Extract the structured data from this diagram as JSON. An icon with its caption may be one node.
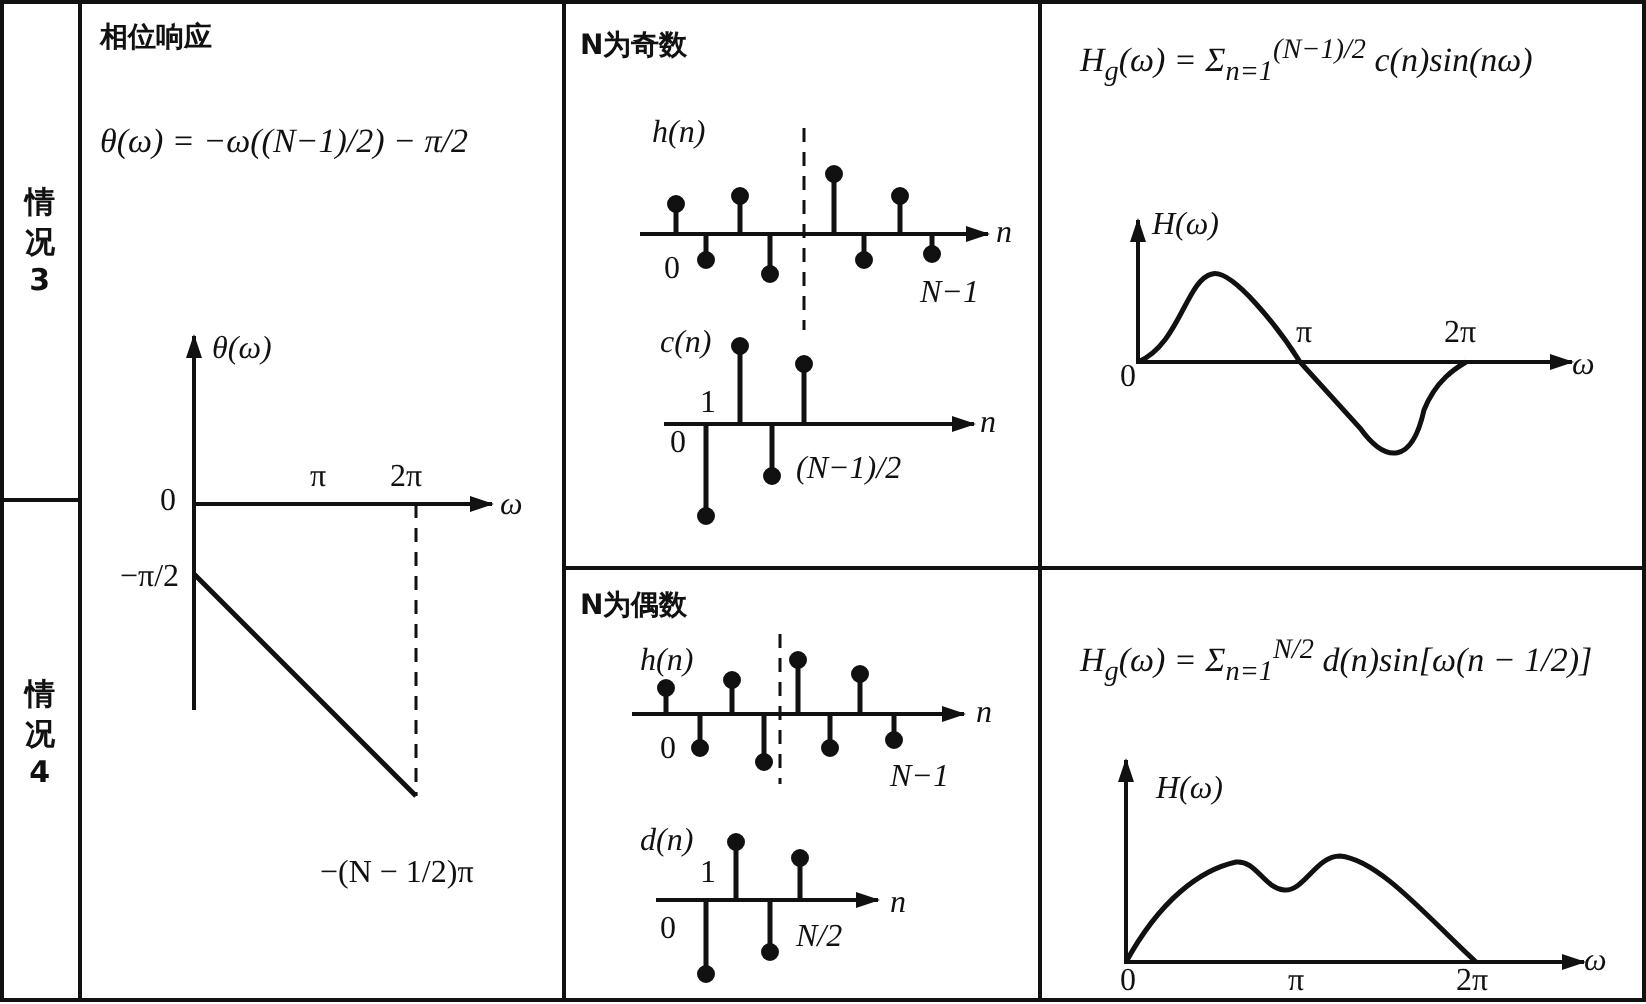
{
  "diagram": {
    "labels": [
      "情况3",
      "情况4",
      "相位响应",
      "θ(ω) = −ω((N−1)/2) − π/2",
      "θ(ω)",
      "0",
      "π",
      "2π",
      "ω",
      "−π/2",
      "−(N − 1/2)π",
      "N为奇数",
      "h(n)",
      "n",
      "0",
      "N−1",
      "c(n)",
      "1",
      "n",
      "0",
      "(N−1)/2",
      "H$_{g}$(ω) = Σ$_{n=1}$$^{(N−1)/2}$ c(n)sin(nω)",
      "H(ω)",
      "π",
      "2π",
      "0",
      "ω",
      "N为偶数",
      "h(n)",
      "n",
      "0",
      "N−1",
      "d(n)",
      "1",
      "n",
      "0",
      "N/2",
      "H$_{g}$(ω) = Σ$_{n=1}$$^{N/2}$ d(n)sin[ω(n − 1/2)]",
      "H(ω)",
      "0",
      "π",
      "2π",
      "ω"
    ]
  }
}
